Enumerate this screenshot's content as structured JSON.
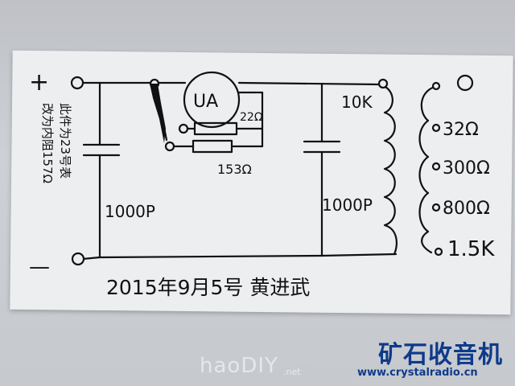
{
  "terminals": {
    "plus": "+",
    "minus": "—"
  },
  "components": {
    "meter_label": "UA",
    "r_22": "22Ω",
    "r_153": "153Ω",
    "c1_label": "1000P",
    "c2_label": "1000P",
    "coil_label": "10K"
  },
  "taps": [
    "32Ω",
    "300Ω",
    "800Ω",
    "1.5K"
  ],
  "side_note": {
    "line1": "此件为23号表",
    "line2": "改为内阻157Ω"
  },
  "footer_text": "2015年9月5号 黄进武",
  "watermarks": {
    "site_cn": "矿石收音机",
    "site_url": "www.crystalradio.cn",
    "haodiy": "haoDIY",
    "haodiy_net": ".net"
  },
  "colors": {
    "ink": "#111111",
    "paper": "#eceef0",
    "background": "#c9cbd0",
    "watermark_blue": "#0e3a8a"
  }
}
